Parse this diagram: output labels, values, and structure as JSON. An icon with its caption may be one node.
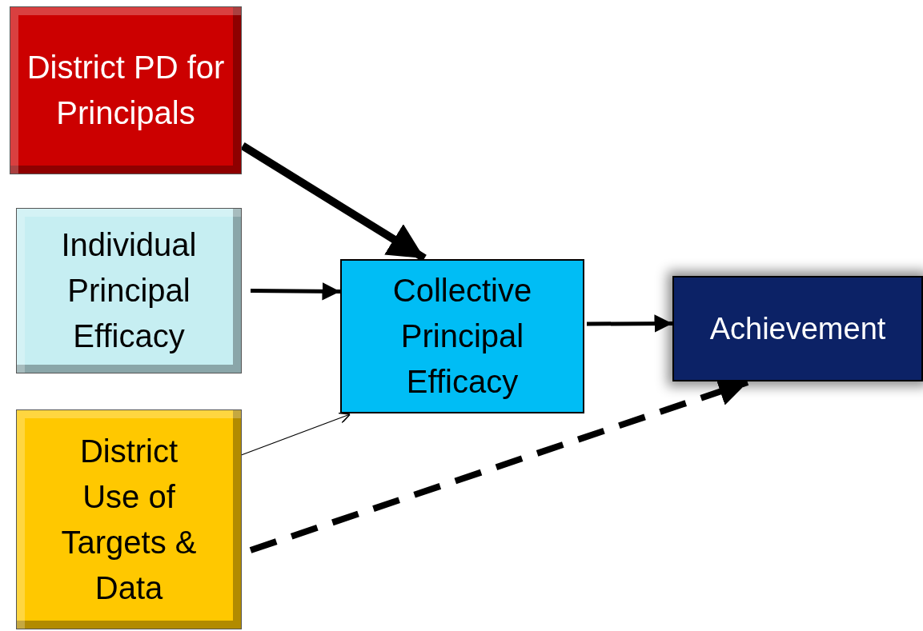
{
  "diagram": {
    "nodes": [
      {
        "text": [
          "District PD for Principals"
        ]
      },
      {
        "text": [
          "Individual Principal Efficacy"
        ]
      },
      {
        "text": [
          "District Use of Targets & Data"
        ]
      },
      {
        "text": [
          "Collective Principal Efficacy"
        ]
      },
      {
        "text": [
          "Achievement"
        ]
      }
    ],
    "edges": [
      {
        "from": 0,
        "to": 3,
        "arrow": "to",
        "style": "thick"
      },
      {
        "from": 1,
        "to": 3,
        "arrow": "to"
      },
      {
        "from": 3,
        "to": 4,
        "arrow": "to"
      },
      {
        "from": 2,
        "to": 3,
        "arrow": "to"
      },
      {
        "from": 2,
        "to": 4,
        "arrow": "to",
        "style": "dashed"
      }
    ]
  }
}
